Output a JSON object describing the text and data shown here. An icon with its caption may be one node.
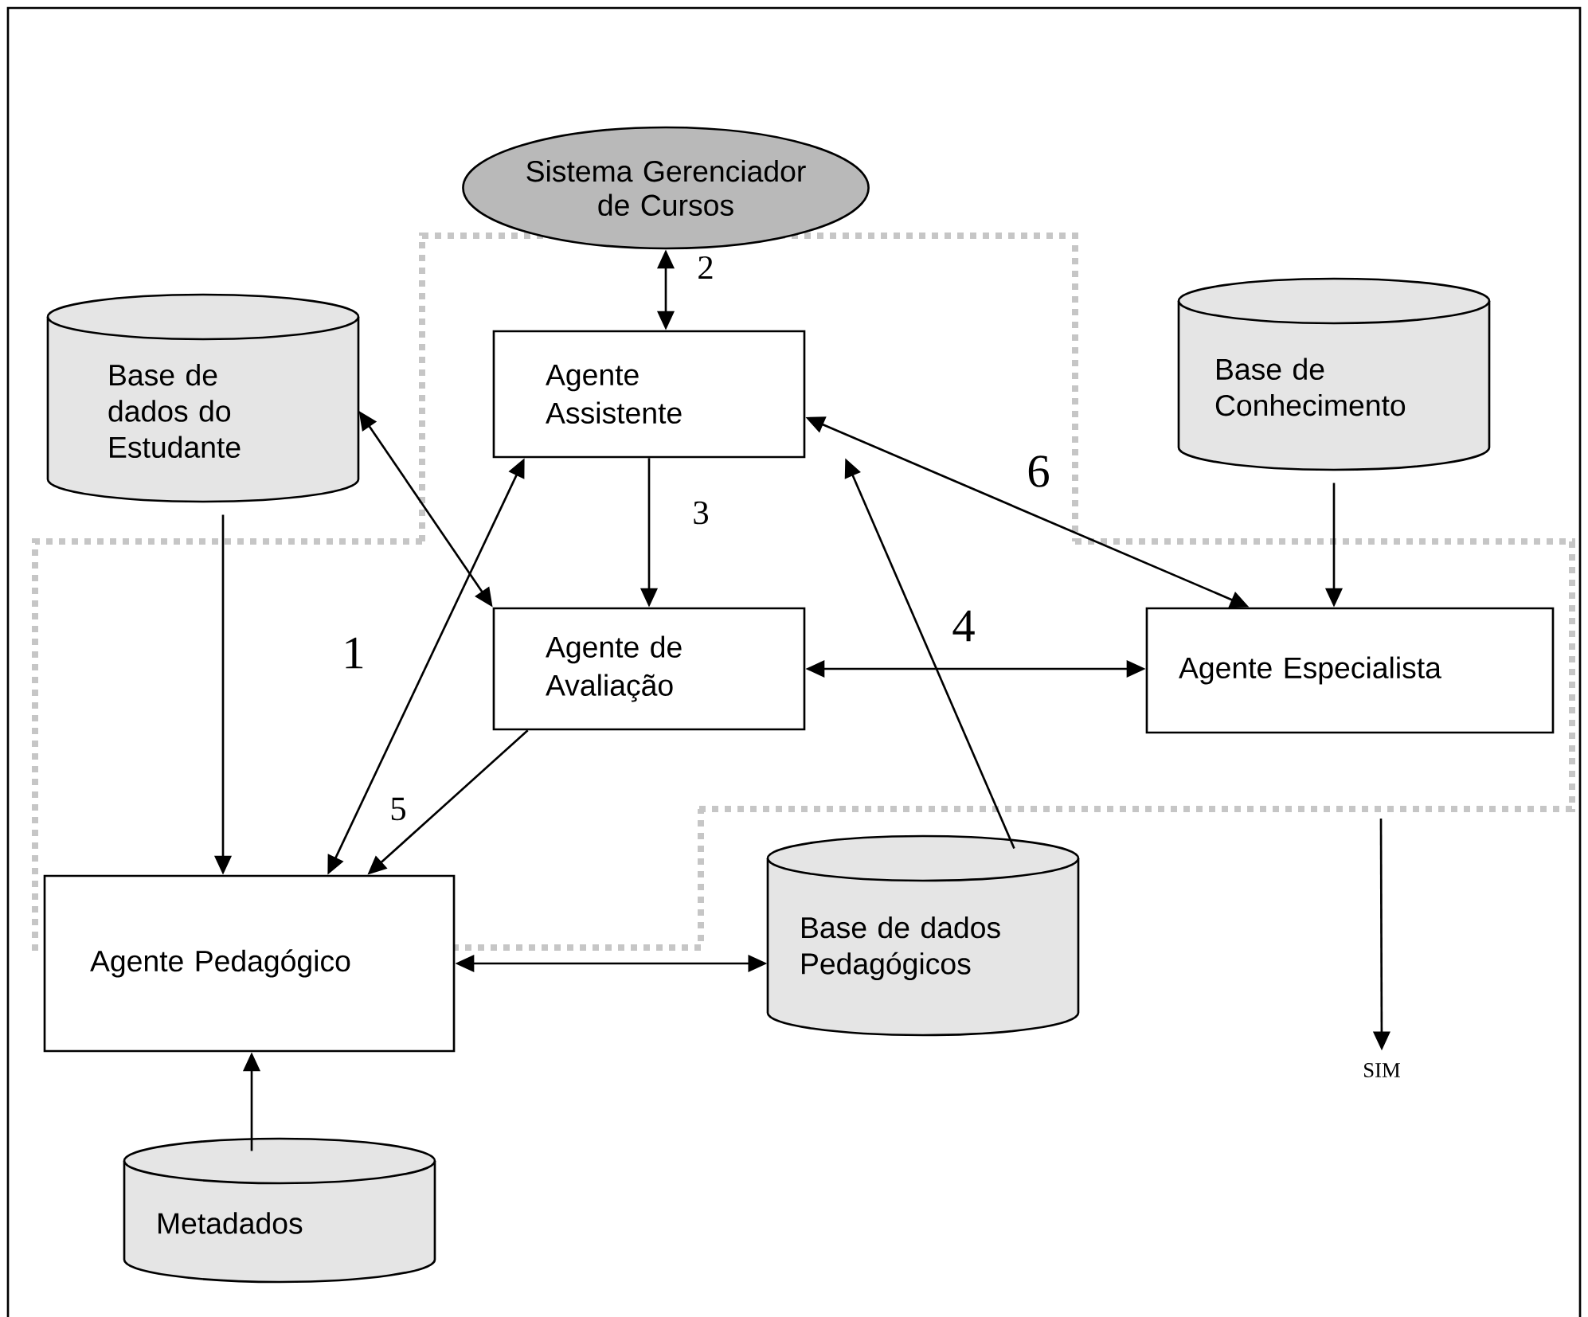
{
  "diagram": {
    "nodes": [
      {
        "text": [
          "Sistema Gerenciador de Cursos"
        ]
      },
      {
        "text": [
          "Base de dados do Estudante"
        ]
      },
      {
        "text": [
          "Agente Assistente"
        ]
      },
      {
        "text": [
          "Base de Conhecimento"
        ]
      },
      {
        "text": [
          "Agente de Avaliação"
        ]
      },
      {
        "text": [
          "Agente Especialista"
        ]
      },
      {
        "text": [
          "Agente Pedagógico"
        ]
      },
      {
        "text": [
          "Base de dados Pedagógicos"
        ]
      },
      {
        "text": [
          "Metadados"
        ]
      },
      {
        "text": [
          "SIM"
        ]
      }
    ],
    "edges": [
      {
        "from": 0,
        "to": 2,
        "arrow": "both",
        "label": "2"
      },
      {
        "from": 1,
        "to": 4,
        "arrow": "both"
      },
      {
        "from": 1,
        "to": 6,
        "arrow": "to"
      },
      {
        "from": 2,
        "to": 4,
        "arrow": "to",
        "label": "3"
      },
      {
        "from": 6,
        "to": 2,
        "arrow": "both",
        "label": "1"
      },
      {
        "from": 4,
        "to": 6,
        "arrow": "to",
        "label": "5"
      },
      {
        "from": 4,
        "to": 5,
        "arrow": "both",
        "label": "4"
      },
      {
        "from": 2,
        "to": 5,
        "arrow": "both",
        "label": "6"
      },
      {
        "from": 3,
        "to": 5,
        "arrow": "to"
      },
      {
        "from": 7,
        "to": 2,
        "arrow": "to"
      },
      {
        "from": 6,
        "to": 7,
        "arrow": "both"
      },
      {
        "from": 8,
        "to": 6,
        "arrow": "to"
      },
      {
        "from": null,
        "to": 9,
        "arrow": "to"
      }
    ]
  }
}
